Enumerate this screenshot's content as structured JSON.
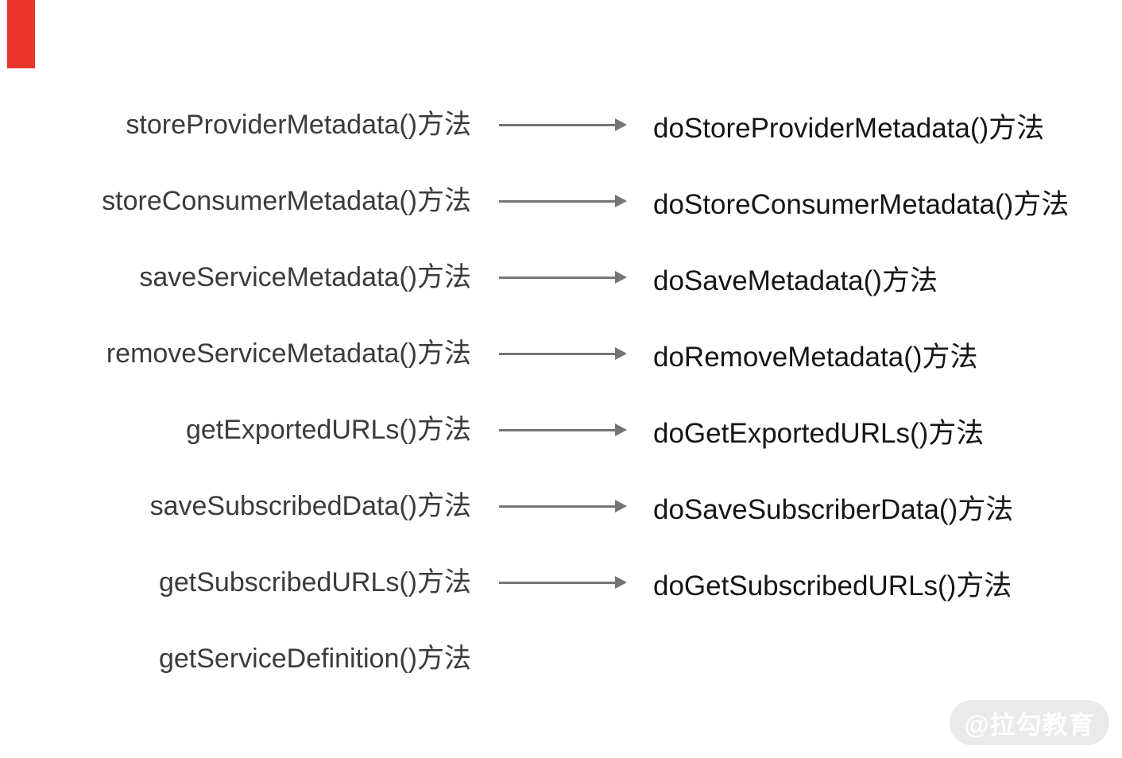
{
  "diagram": {
    "rows": [
      {
        "left": "storeProviderMetadata()方法",
        "right": "doStoreProviderMetadata()方法"
      },
      {
        "left": "storeConsumerMetadata()方法",
        "right": "doStoreConsumerMetadata()方法"
      },
      {
        "left": "saveServiceMetadata()方法",
        "right": "doSaveMetadata()方法"
      },
      {
        "left": "removeServiceMetadata()方法",
        "right": "doRemoveMetadata()方法"
      },
      {
        "left": "getExportedURLs()方法",
        "right": "doGetExportedURLs()方法"
      },
      {
        "left": "saveSubscribedData()方法",
        "right": "doSaveSubscriberData()方法"
      },
      {
        "left": "getSubscribedURLs()方法",
        "right": "doGetSubscribedURLs()方法"
      },
      {
        "left": "getServiceDefinition()方法",
        "right": null
      }
    ],
    "colors": {
      "left_text": "#3b3b3b",
      "right_text": "#161616",
      "arrow": "#757575"
    }
  },
  "decorations": {
    "red_marker_color": "#ea352b"
  },
  "watermark": {
    "label": "@拉勾教育",
    "background": "#eaeaea",
    "text_color": "#fdfdfd"
  }
}
